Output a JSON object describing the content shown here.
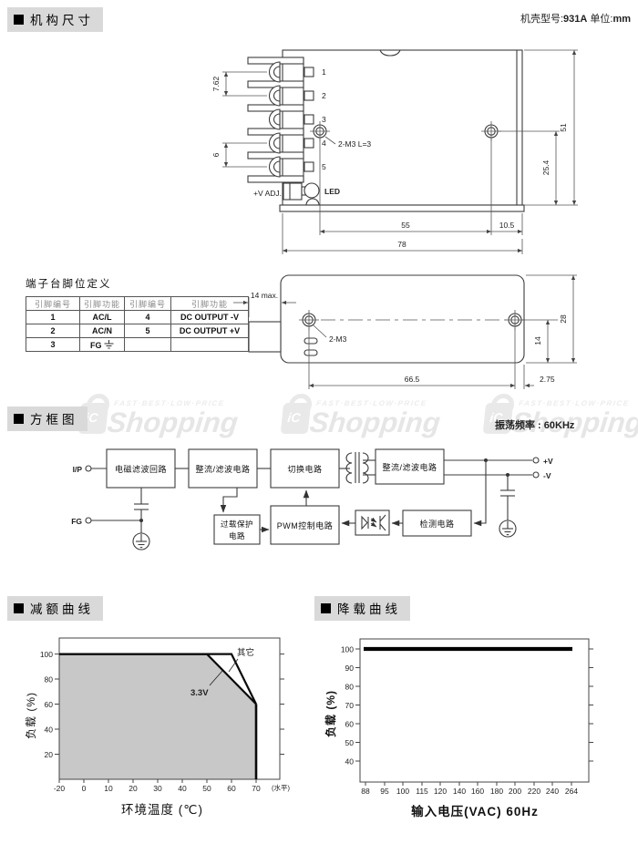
{
  "doc": {
    "sections": {
      "mech": "机构尺寸",
      "block": "方框图",
      "derate": "减额曲线",
      "load": "降载曲线"
    },
    "case_note": {
      "prefix": "机壳型号:",
      "model": "931A",
      "unit_label": "单位:",
      "unit": "mm"
    },
    "freq_note": {
      "label": "振荡频率 :",
      "value": "60KHz"
    }
  },
  "watermark": {
    "logo": "iC",
    "tagline": "FAST·BEST·LOW·PRICE",
    "brand": "Shopping"
  },
  "mech": {
    "pins": [
      "1",
      "2",
      "3",
      "4",
      "5"
    ],
    "led": "LED",
    "vadj": "+V ADJ.",
    "screw_note_top": "2-M3 L=3",
    "screw_note_side": "2-M3",
    "dims": {
      "pin_pitch": "7.62",
      "pin_pitch_2": "6",
      "hole_x": "55",
      "hole_right": "10.5",
      "width": "78",
      "height": "51",
      "hole_y": "25.4",
      "depth": "14 max.",
      "side_span": "66.5",
      "side_right": "2.75",
      "side_height": "28",
      "side_hole_y": "14"
    }
  },
  "pin_table": {
    "title": "端子台脚位定义",
    "headers": [
      "引脚编号",
      "引脚功能",
      "引脚编号",
      "引脚功能"
    ],
    "rows": [
      [
        "1",
        "AC/L",
        "4",
        "DC OUTPUT -V"
      ],
      [
        "2",
        "AC/N",
        "5",
        "DC OUTPUT +V"
      ],
      [
        "3",
        "FG",
        "",
        ""
      ]
    ]
  },
  "block": {
    "input": "I/P",
    "fg": "FG",
    "emi": "电磁滤波回路",
    "rect_in": "整流/滤波电路",
    "switch": "切换电路",
    "rect_out": "整流/滤波电路",
    "overload1": "过载保护",
    "overload2": "电路",
    "pwm": "PWM控制电路",
    "detect": "检测电路",
    "out_pos": "+V",
    "out_neg": "-V"
  },
  "chart_data": [
    {
      "type": "area",
      "title": "减额曲线",
      "xlabel": "环境温度 (℃)",
      "ylabel": "负载 (%)",
      "x_unit_note": "(水平)",
      "x_ticks": [
        "-20",
        "0",
        "10",
        "20",
        "30",
        "40",
        "50",
        "60",
        "70"
      ],
      "y_ticks": [
        "100",
        "80",
        "60",
        "40",
        "20"
      ],
      "xlim": [
        -20,
        75
      ],
      "ylim": [
        0,
        110
      ],
      "grid": false,
      "legend_position": "inline-annotations",
      "series": [
        {
          "name": "其它",
          "points": [
            [
              -20,
              100
            ],
            [
              50,
              100
            ],
            [
              70,
              60
            ],
            [
              70,
              0
            ]
          ]
        },
        {
          "name": "3.3V",
          "points": [
            [
              -20,
              100
            ],
            [
              40,
              100
            ],
            [
              70,
              60
            ],
            [
              70,
              0
            ]
          ]
        }
      ],
      "fill_under": "3.3V",
      "fill_color": "#c8c8c8"
    },
    {
      "type": "line",
      "title": "降载曲线",
      "xlabel": "输入电压(VAC) 60Hz",
      "ylabel": "负载 (%)",
      "x_ticks": [
        "88",
        "95",
        "100",
        "115",
        "120",
        "140",
        "160",
        "180",
        "200",
        "220",
        "240",
        "264"
      ],
      "y_ticks": [
        "100",
        "90",
        "80",
        "70",
        "60",
        "50",
        "40"
      ],
      "xlim": [
        88,
        264
      ],
      "ylim": [
        30,
        105
      ],
      "grid": false,
      "series": [
        {
          "name": "负载",
          "points": [
            [
              88,
              100
            ],
            [
              264,
              100
            ]
          ]
        }
      ],
      "line_color": "#000000"
    }
  ]
}
